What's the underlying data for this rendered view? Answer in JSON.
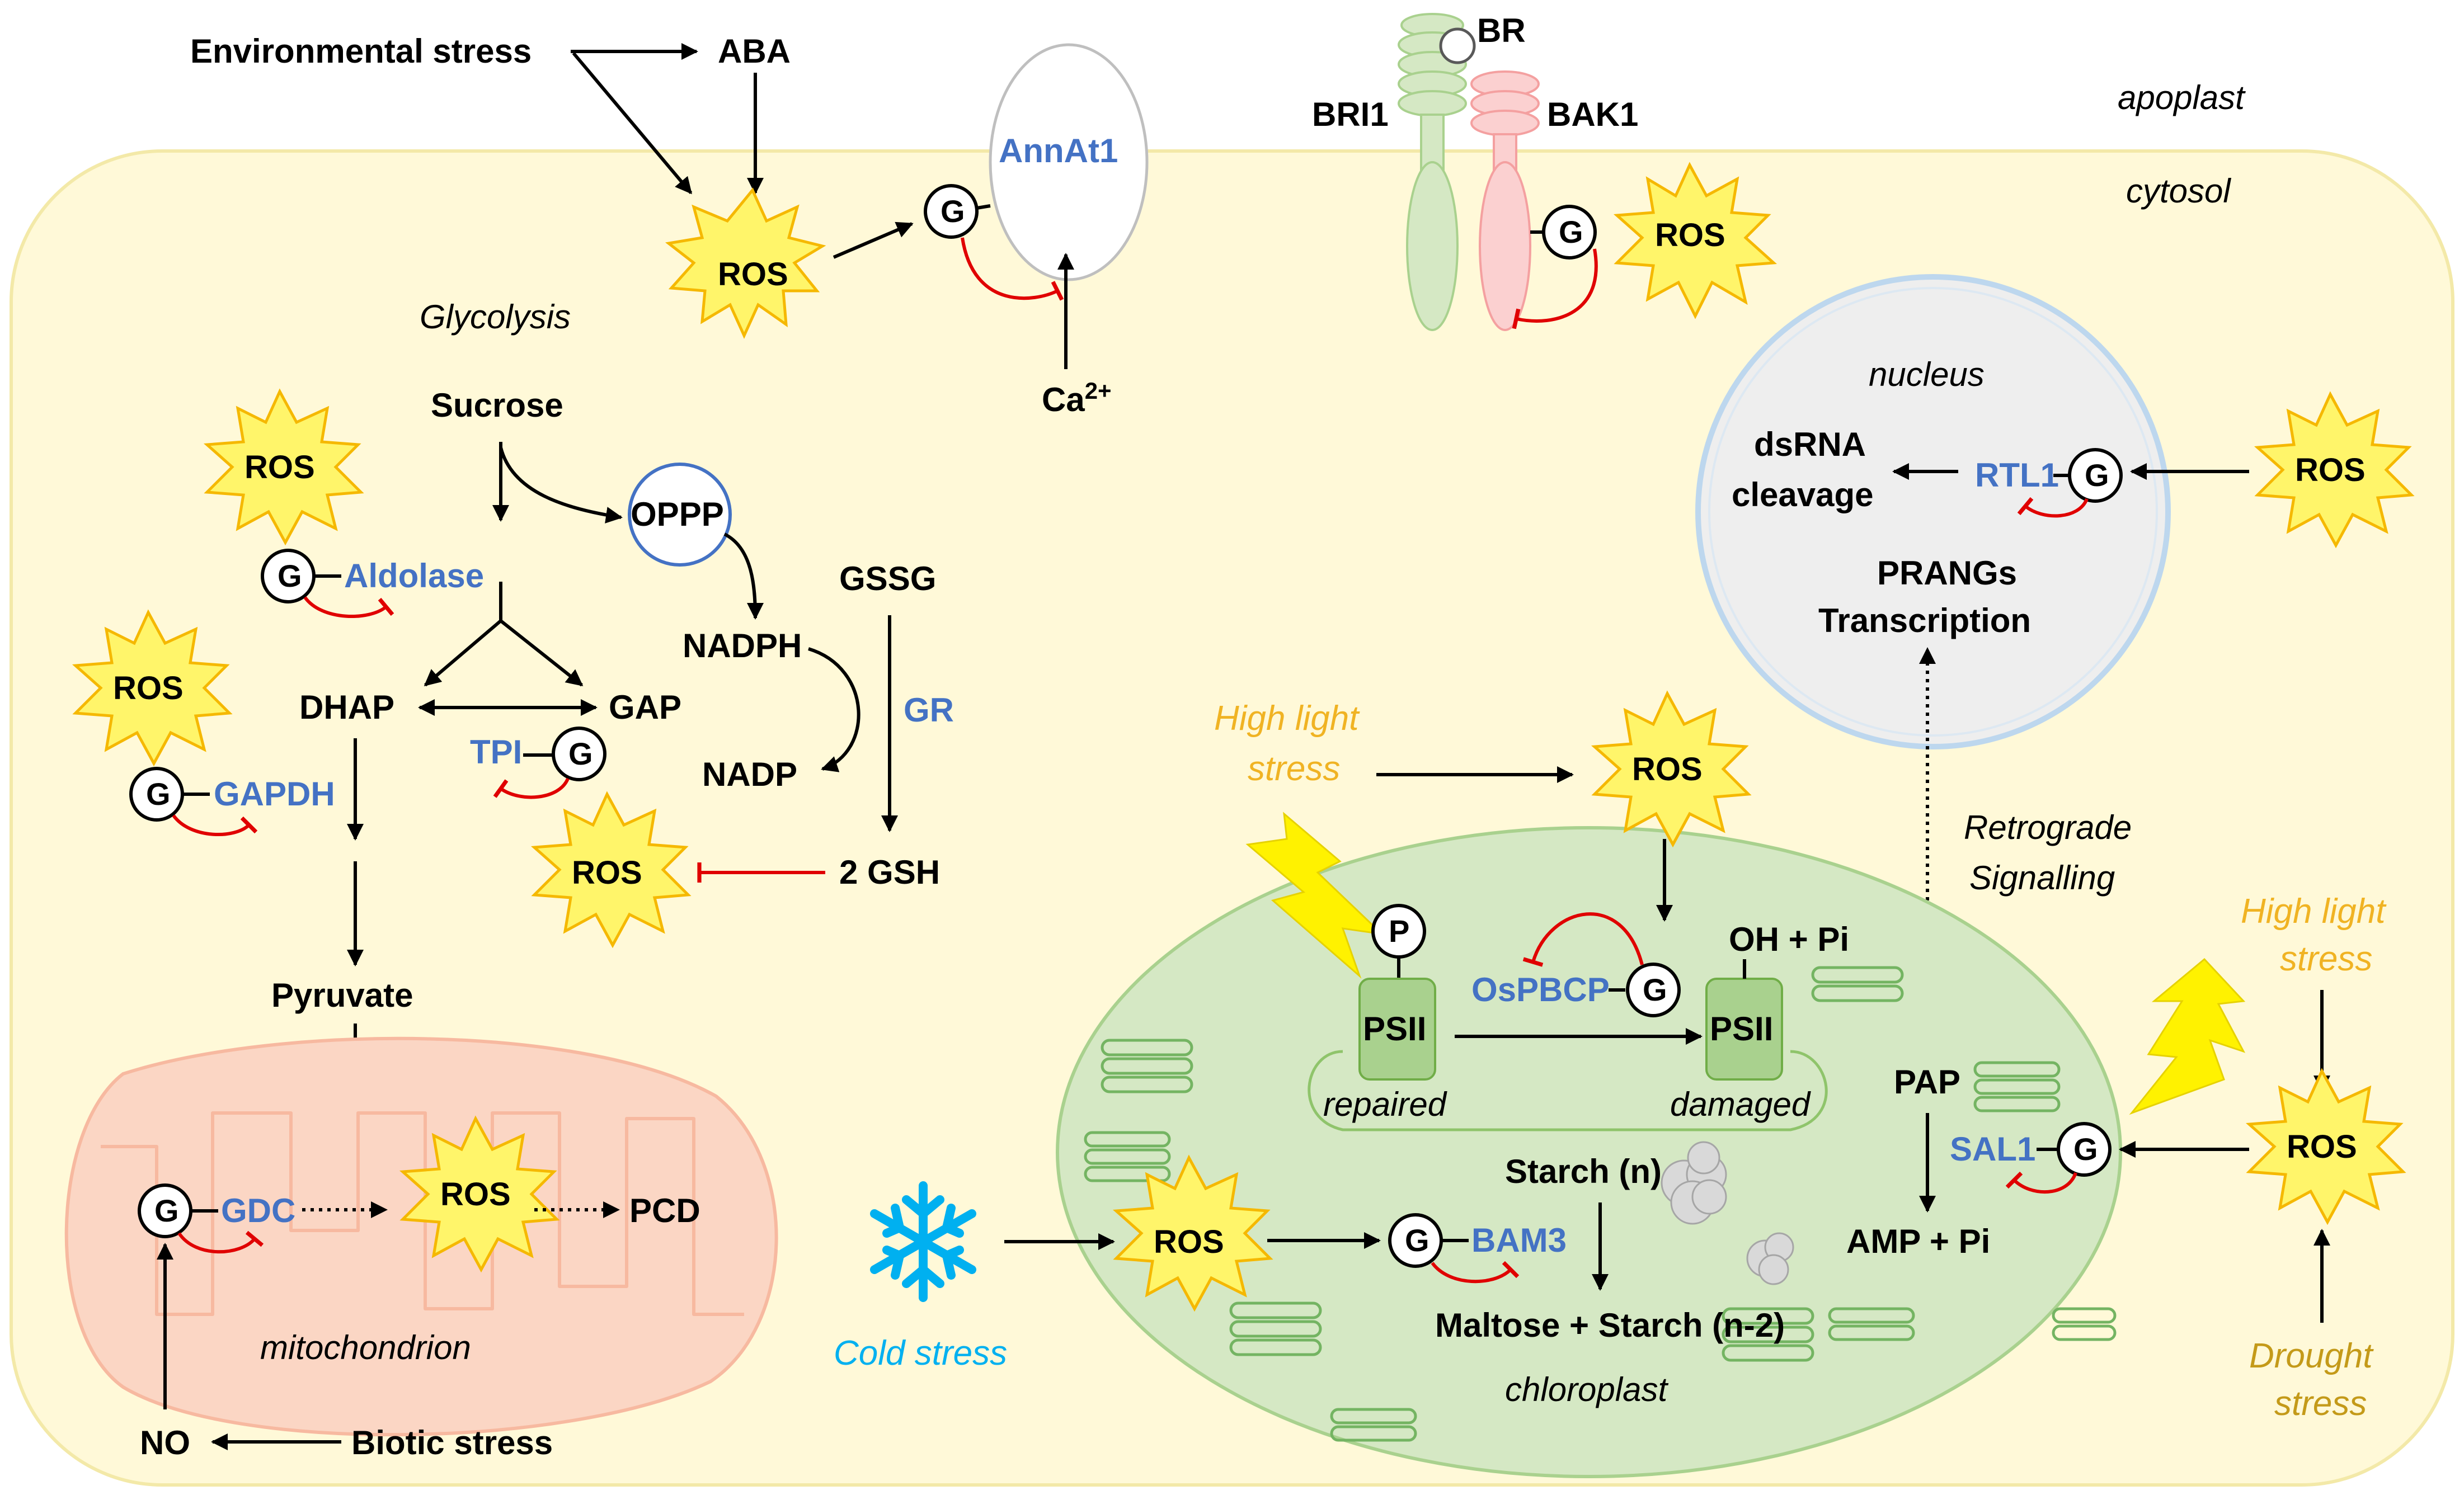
{
  "compartments": {
    "apoplast": "apoplast",
    "cytosol": "cytosol",
    "nucleus": "nucleus",
    "mitochondrion": "mitochondrion",
    "chloroplast": "chloroplast"
  },
  "membrane": {
    "environmental_stress": "Environmental stress",
    "aba": "ABA",
    "annat1": "AnnAt1",
    "ca": "Ca",
    "ca_sup": "2+",
    "br": "BR",
    "bri1": "BRI1",
    "bak1": "BAK1"
  },
  "glycolysis": {
    "title": "Glycolysis",
    "sucrose": "Sucrose",
    "oppp": "OPPP",
    "nadph": "NADPH",
    "nadp": "NADP",
    "gssg": "GSSG",
    "gr": "GR",
    "gsh": "2 GSH",
    "aldolase": "Aldolase",
    "dhap": "DHAP",
    "gap": "GAP",
    "tpi": "TPI",
    "gapdh": "GAPDH",
    "pyruvate": "Pyruvate"
  },
  "mito": {
    "gdc": "GDC",
    "pcd": "PCD",
    "no": "NO",
    "biotic_stress": "Biotic stress"
  },
  "nucleus_box": {
    "dsrna": "dsRNA",
    "cleavage": "cleavage",
    "rtl1": "RTL1",
    "prangs": "PRANGs",
    "transcription": "Transcription",
    "retrograde": "Retrograde",
    "signalling": "Signalling"
  },
  "chloro": {
    "high_light_1": "High light",
    "stress_1": "stress",
    "p": "P",
    "psii_repaired": "PSII",
    "psii_damaged": "PSII",
    "ospbcp": "OsPBCP",
    "oh_pi": "OH + Pi",
    "repaired": "repaired",
    "damaged": "damaged",
    "pap": "PAP",
    "sal1": "SAL1",
    "amp_pi": "AMP + Pi",
    "starch_n": "Starch (n)",
    "bam3": "BAM3",
    "maltose": "Maltose + Starch (n-2)",
    "cold_stress": "Cold stress",
    "high_light_2": "High light",
    "stress_2": "stress",
    "drought": "Drought",
    "stress_3": "stress"
  },
  "common": {
    "ros": "ROS",
    "g": "G"
  },
  "colors": {
    "cell_fill": "#fff9d8",
    "cell_border": "#f3e9a8",
    "ros_fill": "#fff56a",
    "ros_stroke": "#f5b800",
    "protein_blue": "#4472c4",
    "inhibition_red": "#e00000",
    "chloroplast_fill": "#d5e8c4",
    "mitochondrion_fill": "#fbd6c4",
    "nucleus_fill": "#eeeeee",
    "high_light_orange": "#f0b323",
    "cold_cyan": "#00b0f0",
    "drought_gold": "#c49a19"
  }
}
